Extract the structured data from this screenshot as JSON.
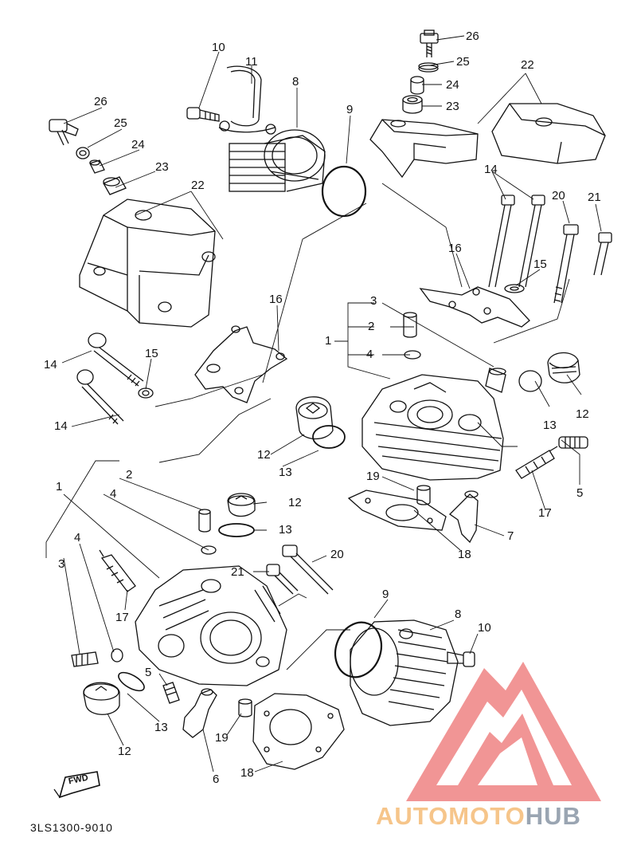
{
  "diagram_code": "3LS1300-9010",
  "watermark": {
    "part1": "AUTOMOTO",
    "part2": "HUB"
  },
  "fwd_label": "FWD",
  "callouts": [
    "26",
    "25",
    "24",
    "23",
    "22",
    "10",
    "11",
    "8",
    "9",
    "26",
    "25",
    "24",
    "23",
    "22",
    "14",
    "20",
    "21",
    "16",
    "15",
    "3",
    "2",
    "1",
    "4",
    "14",
    "15",
    "16",
    "14",
    "12",
    "13",
    "12",
    "13",
    "5",
    "17",
    "19",
    "7",
    "18",
    "2",
    "4",
    "1",
    "12",
    "13",
    "4",
    "3",
    "20",
    "21",
    "17",
    "5",
    "13",
    "12",
    "6",
    "19",
    "18",
    "9",
    "8",
    "10"
  ],
  "colors": {
    "line": "#111111",
    "watermark_red": "#f08a8a",
    "watermark_orange": "#f6c58a",
    "watermark_gray": "#9aa5b2"
  }
}
